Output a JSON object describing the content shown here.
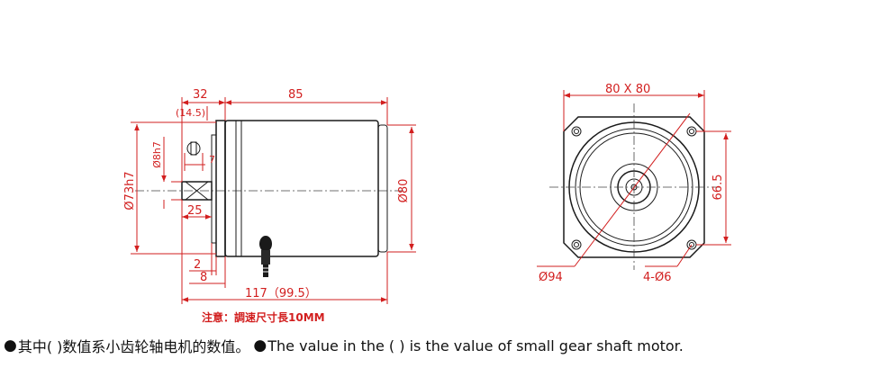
{
  "side_view": {
    "dim_flange_32": "32",
    "dim_flange_small": "(14.5)",
    "dim_body_85": "85",
    "dim_shaft_dia": "Ø8h7",
    "dim_key_7": "7",
    "dim_pilot_dia": "Ø73h7",
    "dim_key_25": "25",
    "dim_body_dia": "Ø80",
    "dim_2": "2",
    "dim_8": "8",
    "dim_total": "117（99.5）",
    "note": "注意：調速尺寸長10MM"
  },
  "front_view": {
    "dim_square": "80 X 80",
    "dim_hole_pitch": "66.5",
    "dim_pcd": "Ø94",
    "dim_holes": "4-Ø6"
  },
  "caption": {
    "bullet": "●",
    "zh": "其中( )数值系小齿轮轴电机的数值。",
    "en": "The value in the ( ) is the value of small gear shaft motor."
  }
}
